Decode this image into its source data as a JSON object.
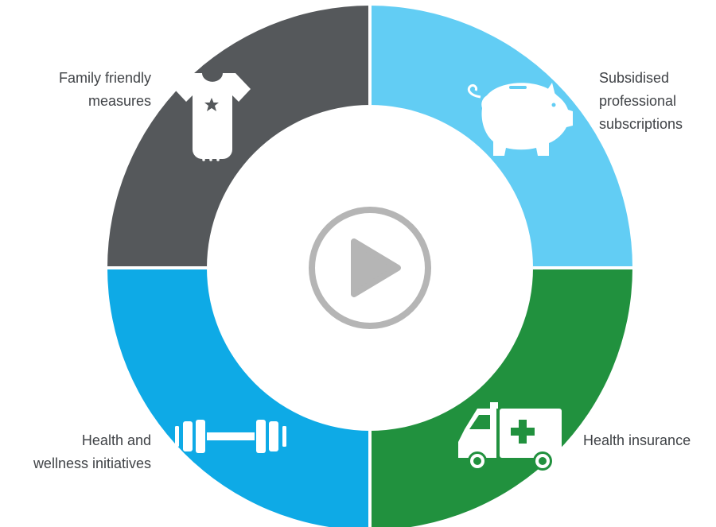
{
  "segments": [
    {
      "id": "family",
      "label": "Family friendly\nmeasures",
      "color": "#55585b",
      "icon": "baby-onesie-icon"
    },
    {
      "id": "subscriptions",
      "label": "Subsidised\nprofessional\nsubscriptions",
      "color": "#62cdf4",
      "icon": "piggy-bank-icon"
    },
    {
      "id": "insurance",
      "label": "Health insurance",
      "color": "#21913e",
      "icon": "ambulance-icon"
    },
    {
      "id": "wellness",
      "label": "Health and\nwellness initiatives",
      "color": "#0eaae6",
      "icon": "dumbbell-icon"
    }
  ],
  "center": {
    "icon": "play-button-icon",
    "color": "#b5b5b5"
  }
}
